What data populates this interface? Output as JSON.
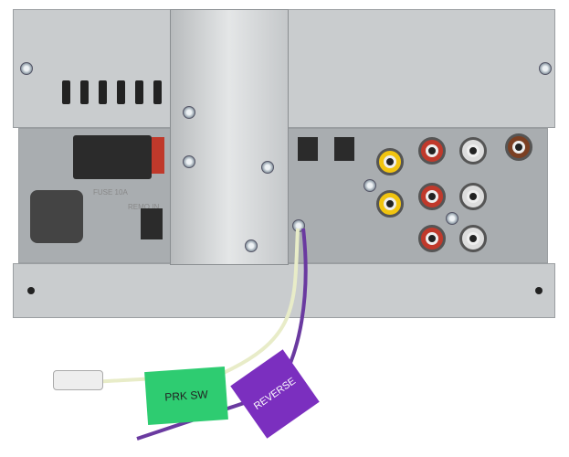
{
  "labels": {
    "fuse": "FUSE 10A",
    "remote_in": "REMO IN"
  },
  "wire_tags": {
    "parking": "PRK SW",
    "reverse": "REVERSE"
  },
  "colors": {
    "chassis": "#c9ccce",
    "heatsink": "#d3d5d6",
    "prk_tag": "#2ecc71",
    "reverse_tag": "#7b2fbf",
    "fuse": "#c0392b"
  }
}
